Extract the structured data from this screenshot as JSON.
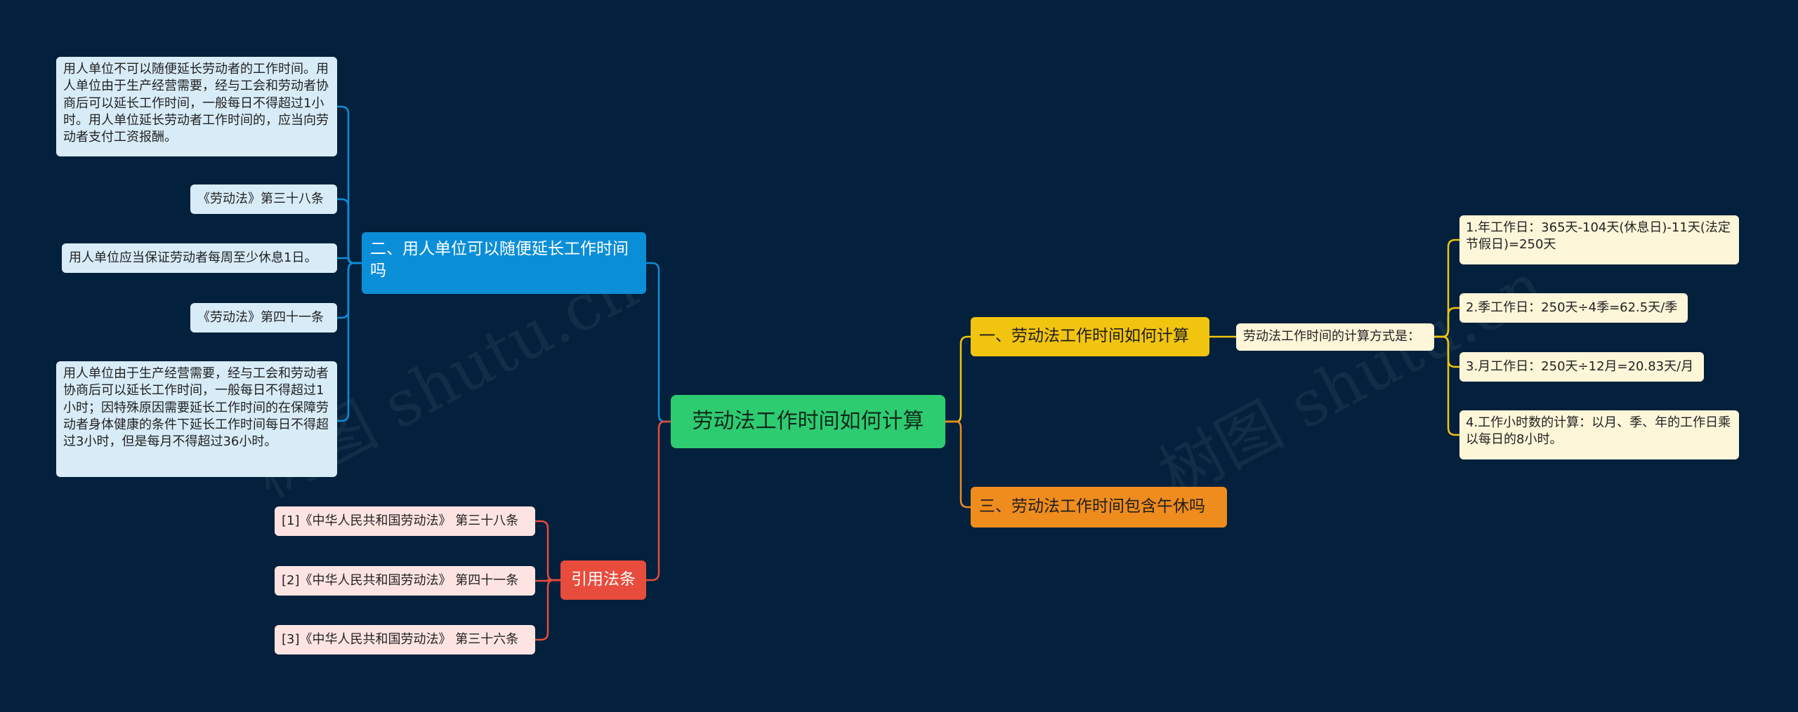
{
  "watermark": "树图 shutu.cn",
  "root": {
    "label": "劳动法工作时间如何计算"
  },
  "branches": {
    "b1": {
      "label": "一、劳动法工作时间如何计算"
    },
    "b1_mid": {
      "label": "劳动法工作时间的计算方式是："
    },
    "b1_items": [
      "1.年工作日：365天-104天(休息日)-11天(法定节假日)=250天",
      "2.季工作日：250天÷4季=62.5天/季",
      "3.月工作日：250天÷12月=20.83天/月",
      "4.工作小时数的计算：以月、季、年的工作日乘以每日的8小时。"
    ],
    "b2": {
      "label": "二、用人单位可以随便延长工作时间吗"
    },
    "b2_items": [
      "用人单位不可以随便延长劳动者的工作时间。用人单位由于生产经营需要，经与工会和劳动者协商后可以延长工作时间，一般每日不得超过1小时。用人单位延长劳动者工作时间的，应当向劳动者支付工资报酬。",
      "《劳动法》第三十八条",
      "用人单位应当保证劳动者每周至少休息1日。",
      "《劳动法》第四十一条",
      "用人单位由于生产经营需要，经与工会和劳动者协商后可以延长工作时间，一般每日不得超过1小时；因特殊原因需要延长工作时间的在保障劳动者身体健康的条件下延长工作时间每日不得超过3小时，但是每月不得超过36小时。"
    ],
    "b3": {
      "label": "三、劳动法工作时间包含午休吗"
    },
    "b4": {
      "label": "引用法条"
    },
    "b4_items": [
      "[1]《中华人民共和国劳动法》 第三十八条",
      "[2]《中华人民共和国劳动法》 第四十一条",
      "[3]《中华人民共和国劳动法》 第三十六条"
    ]
  },
  "colors": {
    "background": "#03203c",
    "root": "#2ecc71",
    "branch1": "#f1c40f",
    "branch2": "#0b8ed8",
    "branch3": "#ef8c1e",
    "branch4": "#e74c3c",
    "leaf_yellow": "#fdf6d9",
    "leaf_blue": "#d8ecf8",
    "leaf_red": "#fde4e2"
  }
}
